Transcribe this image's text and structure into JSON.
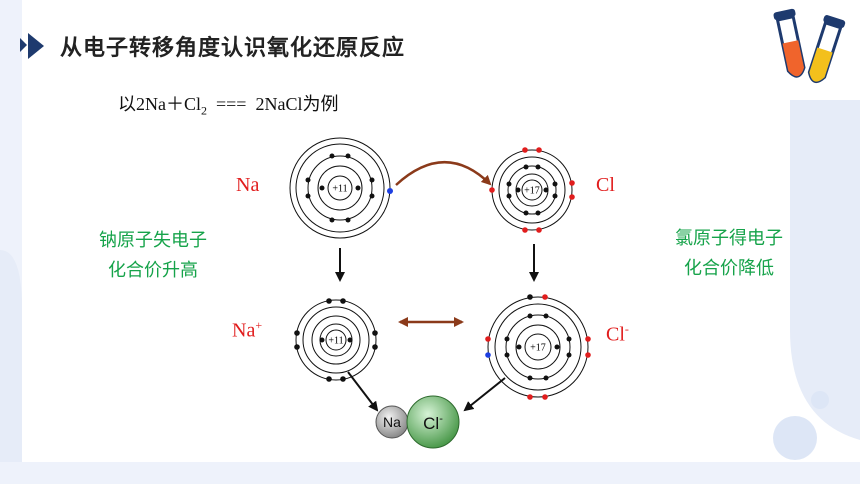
{
  "title": "从电子转移角度认识氧化还原反应",
  "equation": {
    "prefix": "以2Na＋Cl",
    "sub": "2",
    "middle": "  ===  2NaCl",
    "suffix": "为例"
  },
  "left_note": [
    "钠原子失电子",
    "化合价升高"
  ],
  "right_note": [
    "氯原子得电子",
    "化合价降低"
  ],
  "labels": {
    "na": "Na",
    "cl": "Cl",
    "na_ion": "Na",
    "na_ion_charge": "+",
    "cl_ion": "Cl",
    "cl_ion_charge": "-"
  },
  "atoms": {
    "na": {
      "nucleus": "+11"
    },
    "cl": {
      "nucleus": "+17"
    },
    "na_ion": {
      "nucleus": "+11"
    },
    "cl_ion": {
      "nucleus": "+17"
    }
  },
  "compound": {
    "cation": "Na",
    "anion": "Cl",
    "anion_charge": "-"
  },
  "colors": {
    "accent": "#1e3a6e",
    "note": "#16a34a",
    "label": "#e11d1d",
    "arrow_transfer": "#8b3a1a",
    "electron": "#111111",
    "gained_electron": "#e11d1d",
    "lost_electron": "#1d3fe1"
  }
}
